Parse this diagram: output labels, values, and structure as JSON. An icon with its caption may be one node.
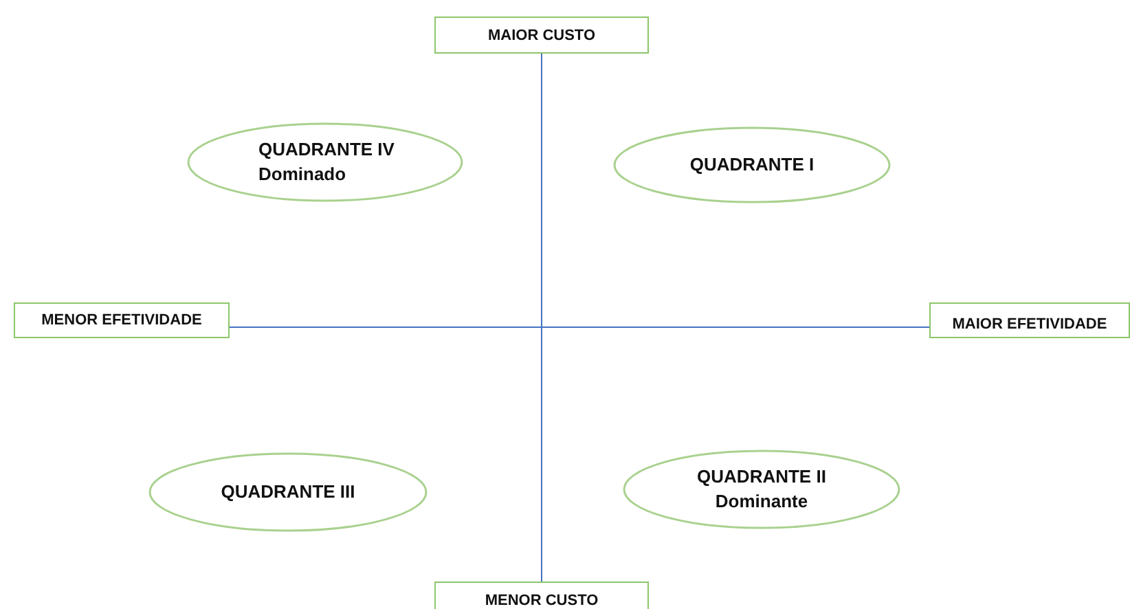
{
  "diagram": {
    "nodes": [
      {
        "text": [
          "MAIOR CUSTO"
        ]
      },
      {
        "text": [
          "QUADRANTE IV",
          "Dominado"
        ]
      },
      {
        "text": [
          "QUADRANTE I"
        ]
      },
      {
        "text": [
          "MENOR EFETIVIDADE"
        ]
      },
      {
        "text": [
          "MAIOR EFETIVIDADE"
        ]
      },
      {
        "text": [
          "QUADRANTE III"
        ]
      },
      {
        "text": [
          "QUADRANTE II",
          "Dominante"
        ]
      },
      {
        "text": [
          "MENOR CUSTO"
        ]
      }
    ],
    "edges": [
      {
        "from": 0,
        "to": 7,
        "arrow": "none"
      },
      {
        "from": 3,
        "to": 4,
        "arrow": "none"
      }
    ]
  }
}
